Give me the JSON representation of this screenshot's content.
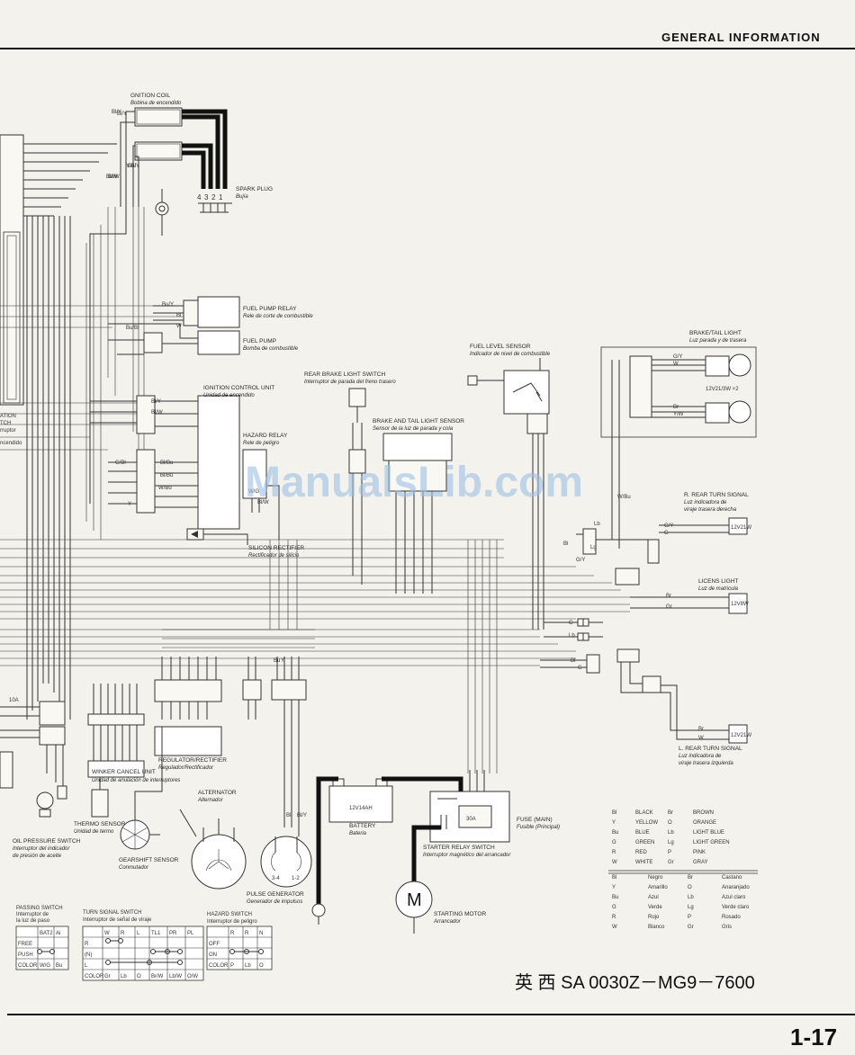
{
  "header": {
    "section": "GENERAL INFORMATION",
    "page_number": "1-17"
  },
  "watermark": "ManualsLib.com",
  "footer_code": "英 西 SA 0030Z－MG9－7600",
  "components": {
    "ignition_coil": {
      "en": "GNITION COIL",
      "es": "Bobina de encendido"
    },
    "spark_plug": {
      "en": "SPARK PLUG",
      "es": "Bujía",
      "cylinders": [
        "4",
        "3",
        "2",
        "1"
      ]
    },
    "fuel_pump_relay": {
      "en": "FUEL PUMP RELAY",
      "es": "Rele de corte de combustible"
    },
    "fuel_pump": {
      "en": "FUEL PUMP",
      "es": "Bomba de combustible"
    },
    "ignition_control_unit": {
      "en": "IGNITION CONTROL UNIT",
      "es": "Unidad de encendido"
    },
    "hazard_relay": {
      "en": "HAZARD RELAY",
      "es": "Rele de peligro"
    },
    "rear_brake_light_switch": {
      "en": "REAR BRAKE LIGHT SWITCH",
      "es": "Interruptor de parada del freno trasero"
    },
    "brake_tail_light_sensor": {
      "en": "BRAKE AND TAIL LIGHT SENSOR",
      "es": "Sensor de la luz de parada y cola"
    },
    "fuel_level_sensor": {
      "en": "FUEL LEVEL SENSOR",
      "es": "Indicador de nivel de combustible"
    },
    "brake_tail_light": {
      "en": "BRAKE/TAIL LIGHT",
      "es": "Luz parada y de trasera",
      "rating": "12V21/3W ×2"
    },
    "silicon_rectifier": {
      "en": "SILICON RECTIFIER",
      "es": "Rectificador de silicio"
    },
    "r_rear_turn_signal": {
      "en": "R. REAR TURN SIGNAL",
      "es1": "Luz indicadora de",
      "es2": "viraje trasera derecha",
      "rating": "12V21W"
    },
    "license_light": {
      "en": "LICENS LIGHT",
      "es": "Luz de matricula",
      "rating": "12V8W"
    },
    "l_rear_turn_signal": {
      "en": "L. REAR TURN SIGNAL",
      "es1": "Luz indicadora de",
      "es2": "viraje trasera izquierda",
      "rating": "12V21W"
    },
    "regulator_rectifier": {
      "en": "REGULATOR/RECTIFIER",
      "es": "Regulador/Rectificador"
    },
    "winker_cancel_unit": {
      "en": "WINKER CANCEL UNIT",
      "es": "Unidad de anulación de interruptores"
    },
    "thermo_sensor": {
      "en": "THERMO SENSOR",
      "es": "Unidad de termo"
    },
    "oil_pressure_switch": {
      "en": "OIL PRESSURE SWITCH",
      "es1": "Interruptor del indicador",
      "es2": "de presión de aceite"
    },
    "gearshift_sensor": {
      "en": "GEARSHIFT SENSOR",
      "es": "Conmutador"
    },
    "alternator": {
      "en": "ALTERNATOR",
      "es": "Alternador"
    },
    "pulse_generator": {
      "en": "PULSE GENERATOR",
      "es": "Generador de impulsos",
      "terminals": [
        "3-4",
        "1-2"
      ]
    },
    "battery": {
      "en": "BATTERY",
      "es": "Bateria",
      "rating": "12V14AH"
    },
    "fuse_main": {
      "en": "FUSE (MAIN)",
      "es": "Fusible (Principal)",
      "rating": "30A"
    },
    "starter_relay_switch": {
      "en": "STARTER RELAY SWITCH",
      "es": "Interruptor magnético del arrancador"
    },
    "starting_motor": {
      "en": "STARTING MOTOR",
      "es": "Arrancador",
      "symbol": "M"
    },
    "left_fragments": [
      "ATION",
      "TCH",
      "rruptor",
      "ncendido"
    ],
    "fuse_10a": "10A"
  },
  "wire_labels": [
    "Bl/Y",
    "Y/Bl",
    "Bl/W",
    "Bu/Y",
    "Bl",
    "W",
    "Bu/Bl",
    "Bl/Y",
    "Bl/W",
    "G/Bl",
    "Bl/Bu",
    "Bl/Bu",
    "W/Bu",
    "Y",
    "G/Y",
    "W",
    "Br",
    "Y/W",
    "W/Bu",
    "G/Y",
    "G",
    "Lb",
    "Bl",
    "G/Y",
    "Lg",
    "Br",
    "Gr",
    "G",
    "Lb",
    "Bl",
    "G",
    "Br",
    "W",
    "Bl/W",
    "W/G",
    "Bu",
    "Y",
    "Bl",
    "Bl/Y"
  ],
  "color_code": {
    "english": [
      [
        "Bl",
        "BLACK"
      ],
      [
        "Y",
        "YELLOW"
      ],
      [
        "Bu",
        "BLUE"
      ],
      [
        "G",
        "GREEN"
      ],
      [
        "R",
        "RED"
      ],
      [
        "W",
        "WHITE"
      ],
      [
        "Br",
        "BROWN"
      ],
      [
        "O",
        "ORANGE"
      ],
      [
        "Lb",
        "LIGHT BLUE"
      ],
      [
        "Lg",
        "LIGHT GREEN"
      ],
      [
        "P",
        "PINK"
      ],
      [
        "Gr",
        "GRAY"
      ]
    ],
    "spanish": [
      [
        "Bl",
        "Negro"
      ],
      [
        "Y",
        "Amarillo"
      ],
      [
        "Bu",
        "Azul"
      ],
      [
        "G",
        "Verde"
      ],
      [
        "R",
        "Rojo"
      ],
      [
        "W",
        "Blanco"
      ],
      [
        "Br",
        "Castano"
      ],
      [
        "O",
        "Anaranjado"
      ],
      [
        "Lb",
        "Azul claro"
      ],
      [
        "Lg",
        "Verde claro"
      ],
      [
        "P",
        "Rosado"
      ],
      [
        "Gr",
        "Gris"
      ]
    ]
  },
  "switch_tables": {
    "passing": {
      "title_en": "PASSING SWITCH",
      "title_es1": "Interruptor de",
      "title_es2": "la luz de paso",
      "headers": [
        "",
        "BAT2",
        "Ai"
      ],
      "rows": [
        [
          "FREE",
          "",
          ""
        ],
        [
          "PUSH",
          "",
          ""
        ],
        [
          "COLOR",
          "W/G",
          "Bu"
        ]
      ]
    },
    "turn_signal": {
      "title_en": "TURN SIGNAL SWITCH",
      "title_es": "Interruptor de señal de viraje",
      "headers": [
        "",
        "W",
        "R",
        "L",
        "TL1",
        "PR",
        "PL"
      ],
      "rows": [
        [
          "R",
          "",
          "",
          "",
          "",
          "",
          ""
        ],
        [
          "(N)",
          "",
          "",
          "",
          "",
          "",
          ""
        ],
        [
          "L",
          "",
          "",
          "",
          "",
          "",
          ""
        ],
        [
          "COLOR",
          "Gr",
          "Lb",
          "O",
          "Br/W",
          "Lb/W",
          "O/W"
        ]
      ]
    },
    "hazard": {
      "title_en": "HAZARD SWITCH",
      "title_es": "Interruptor de peligro",
      "headers": [
        "",
        "R",
        "R",
        "N"
      ],
      "rows": [
        [
          "OFF",
          "",
          "",
          ""
        ],
        [
          "ON",
          "",
          "",
          ""
        ],
        [
          "COLOR",
          "P",
          "Lb",
          "O"
        ]
      ]
    }
  }
}
